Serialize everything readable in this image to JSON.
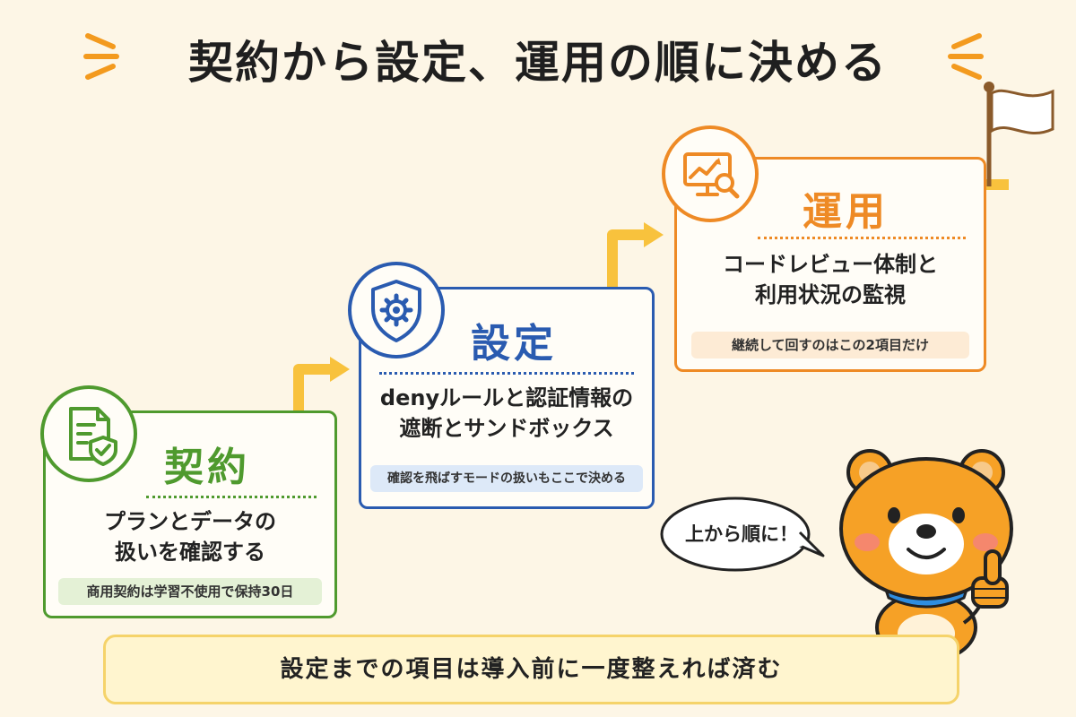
{
  "title": "契約から設定、運用の順に決める",
  "steps": [
    {
      "heading": "契約",
      "body_line1": "プランとデータの",
      "body_line2": "扱いを確認する",
      "note": "商用契約は学習不使用で保持30日",
      "icon": "document-shield-icon",
      "color": "#4f9a2e",
      "note_bg": "#e4f1d6"
    },
    {
      "heading": "設定",
      "body_line1": "denyルールと認証情報の",
      "body_line2": "遮断とサンドボックス",
      "note": "確認を飛ばすモードの扱いもここで決める",
      "icon": "gear-shield-icon",
      "color": "#2a5bb0",
      "note_bg": "#dde9f8"
    },
    {
      "heading": "運用",
      "body_line1": "コードレビュー体制と",
      "body_line2": "利用状況の監視",
      "note": "継続して回すのはこの2項目だけ",
      "icon": "monitor-chart-magnifier-icon",
      "color": "#ee8a25",
      "note_bg": "#fdebd5"
    }
  ],
  "speech": "上から順に！",
  "bottom_text": "設定までの項目は導入前に一度整えれば済む",
  "colors": {
    "background": "#fdf6e6",
    "accent_yellow": "#f8c23d",
    "accent_orange": "#f39a1e"
  }
}
